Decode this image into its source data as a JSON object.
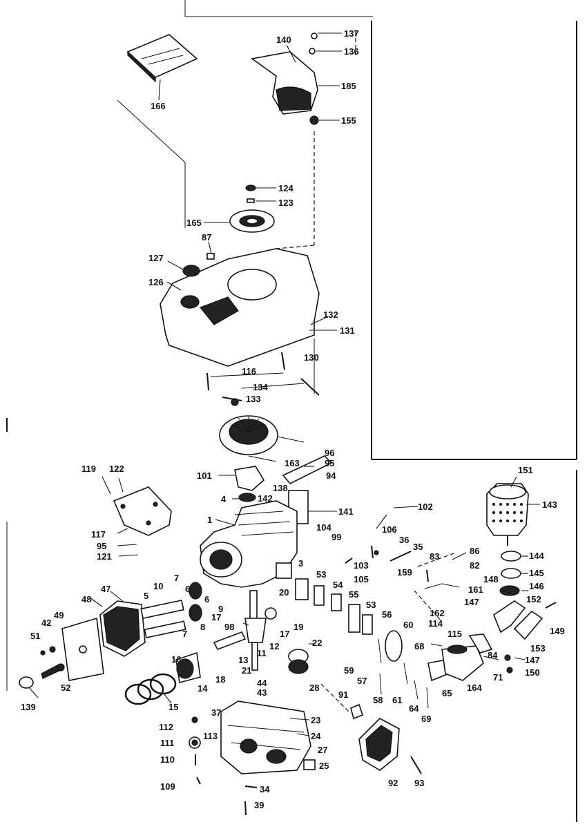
{
  "labels": {
    "l137": "137",
    "l140": "140",
    "l136": "136",
    "l185": "185",
    "l155": "155",
    "l166": "166",
    "l124": "124",
    "l123": "123",
    "l165": "165",
    "l87": "87",
    "l127": "127",
    "l126": "126",
    "l132": "132",
    "l131": "131",
    "l130": "130",
    "l116": "116",
    "l134": "134",
    "l133": "133",
    "l96": "96",
    "l95a": "95",
    "l94": "94",
    "l163": "163",
    "l101": "101",
    "l119": "119",
    "l122": "122",
    "l4": "4",
    "l142": "142",
    "l138": "138",
    "l141": "141",
    "l102": "102",
    "l151": "151",
    "l143": "143",
    "l1": "1",
    "l104": "104",
    "l99": "99",
    "l106": "106",
    "l36": "36",
    "l35": "35",
    "l83": "83",
    "l86": "86",
    "l144": "144",
    "l117": "117",
    "l95b": "95",
    "l121": "121",
    "l103": "103",
    "l82": "82",
    "l145": "145",
    "l3": "3",
    "l53a": "53",
    "l105": "105",
    "l159": "159",
    "l148": "148",
    "l146": "146",
    "l7a": "7",
    "l6a": "6",
    "l10": "10",
    "l5": "5",
    "l47": "47",
    "l48": "48",
    "l20": "20",
    "l54": "54",
    "l55": "55",
    "l161": "161",
    "l147a": "147",
    "l152": "152",
    "l9": "9",
    "l6b": "6",
    "l8": "8",
    "l98": "98",
    "l162": "162",
    "l53b": "53",
    "l56": "56",
    "l114": "114",
    "l149": "149",
    "l49": "49",
    "l42": "42",
    "l51": "51",
    "l17a": "17",
    "l19": "19",
    "l17b": "17",
    "l60": "60",
    "l115": "115",
    "l153": "153",
    "l7b": "7",
    "l12": "12",
    "l22": "22",
    "l68": "68",
    "l84": "84",
    "l16": "16",
    "l13": "13",
    "l11": "11",
    "l147b": "147",
    "l21": "21",
    "l59": "59",
    "l57": "57",
    "l71": "71",
    "l150": "150",
    "l18": "18",
    "l44": "44",
    "l43": "43",
    "l28": "28",
    "l52": "52",
    "l139": "139",
    "l14": "14",
    "l15": "15",
    "l58": "58",
    "l61": "61",
    "l64": "64",
    "l65": "65",
    "l164": "164",
    "l69": "69",
    "l91": "91",
    "l37": "37",
    "l23": "23",
    "l112": "112",
    "l113": "113",
    "l24": "24",
    "l111": "111",
    "l27": "27",
    "l110": "110",
    "l25": "25",
    "l109": "109",
    "l92": "92",
    "l93": "93",
    "l34": "34",
    "l39": "39"
  }
}
